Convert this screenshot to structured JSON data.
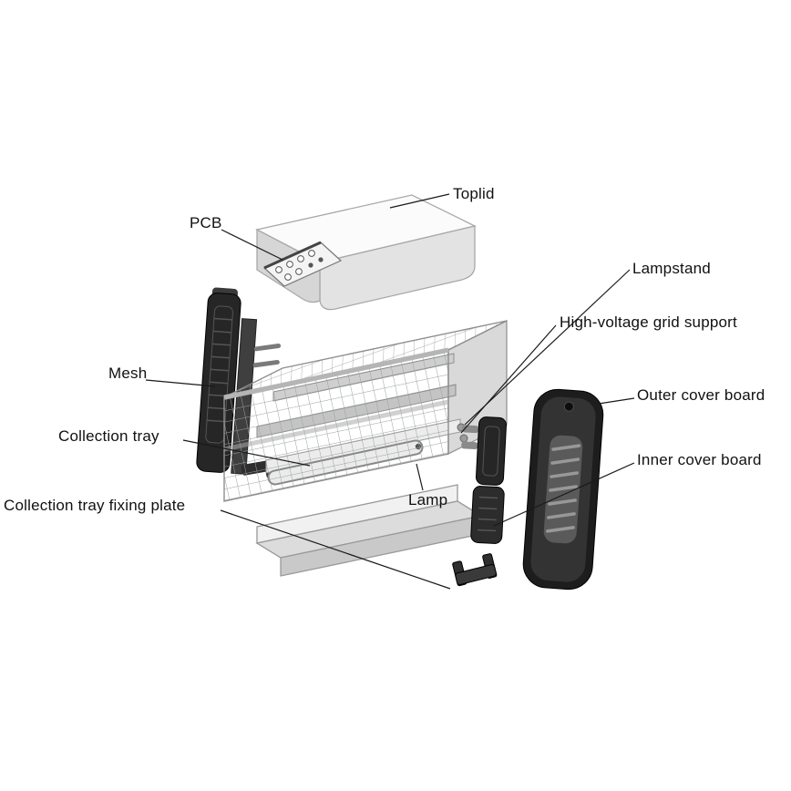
{
  "diagram": {
    "kind": "exploded-view",
    "line_color": "#1a1a1a",
    "labels": {
      "toplid": "Toplid",
      "pcb": "PCB",
      "lampstand": "Lampstand",
      "high_voltage_grid_support": "High-voltage grid support",
      "mesh": "Mesh",
      "outer_cover_board": "Outer cover board",
      "collection_tray": "Collection tray",
      "inner_cover_board": "Inner cover board",
      "lamp": "Lamp",
      "collection_tray_fixing_plate": "Collection tray fixing plate"
    }
  }
}
